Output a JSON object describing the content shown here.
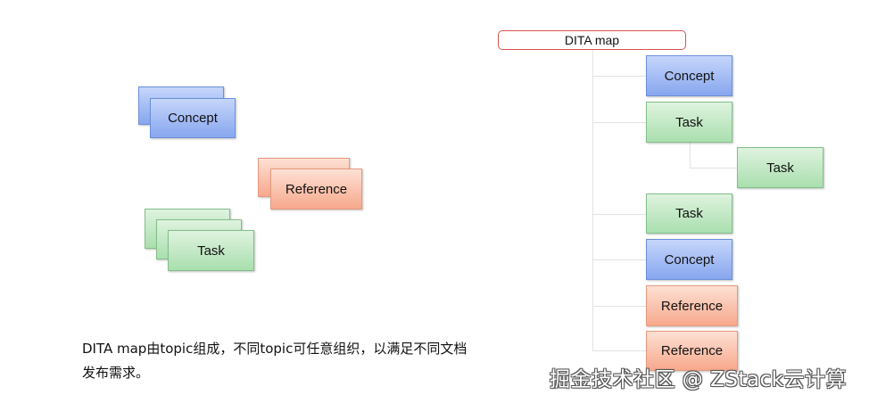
{
  "left_panel": {
    "concept_stack": {
      "label": "Concept",
      "copies": 2
    },
    "reference_stack": {
      "label": "Reference",
      "copies": 2
    },
    "task_stack": {
      "label": "Task",
      "copies": 3
    }
  },
  "caption": {
    "text": "DITA map由topic组成，不同topic可任意组织，以满足不同文档发布需求。"
  },
  "tree": {
    "root": {
      "label": "DITA map"
    },
    "nodes": [
      {
        "label": "Concept",
        "type": "concept",
        "level": 1
      },
      {
        "label": "Task",
        "type": "task",
        "level": 1
      },
      {
        "label": "Task",
        "type": "task",
        "level": 2
      },
      {
        "label": "Task",
        "type": "task",
        "level": 1
      },
      {
        "label": "Concept",
        "type": "concept",
        "level": 1
      },
      {
        "label": "Reference",
        "type": "reference",
        "level": 1
      },
      {
        "label": "Reference",
        "type": "reference",
        "level": 1
      }
    ]
  },
  "colors": {
    "concept": "#9fb8f3",
    "task": "#bfe8c3",
    "reference": "#f9bda6",
    "root_border": "#d9534f",
    "connector": "#e3e3e3"
  },
  "watermark": {
    "text": "掘金技术社区 @ ZStack云计算"
  }
}
